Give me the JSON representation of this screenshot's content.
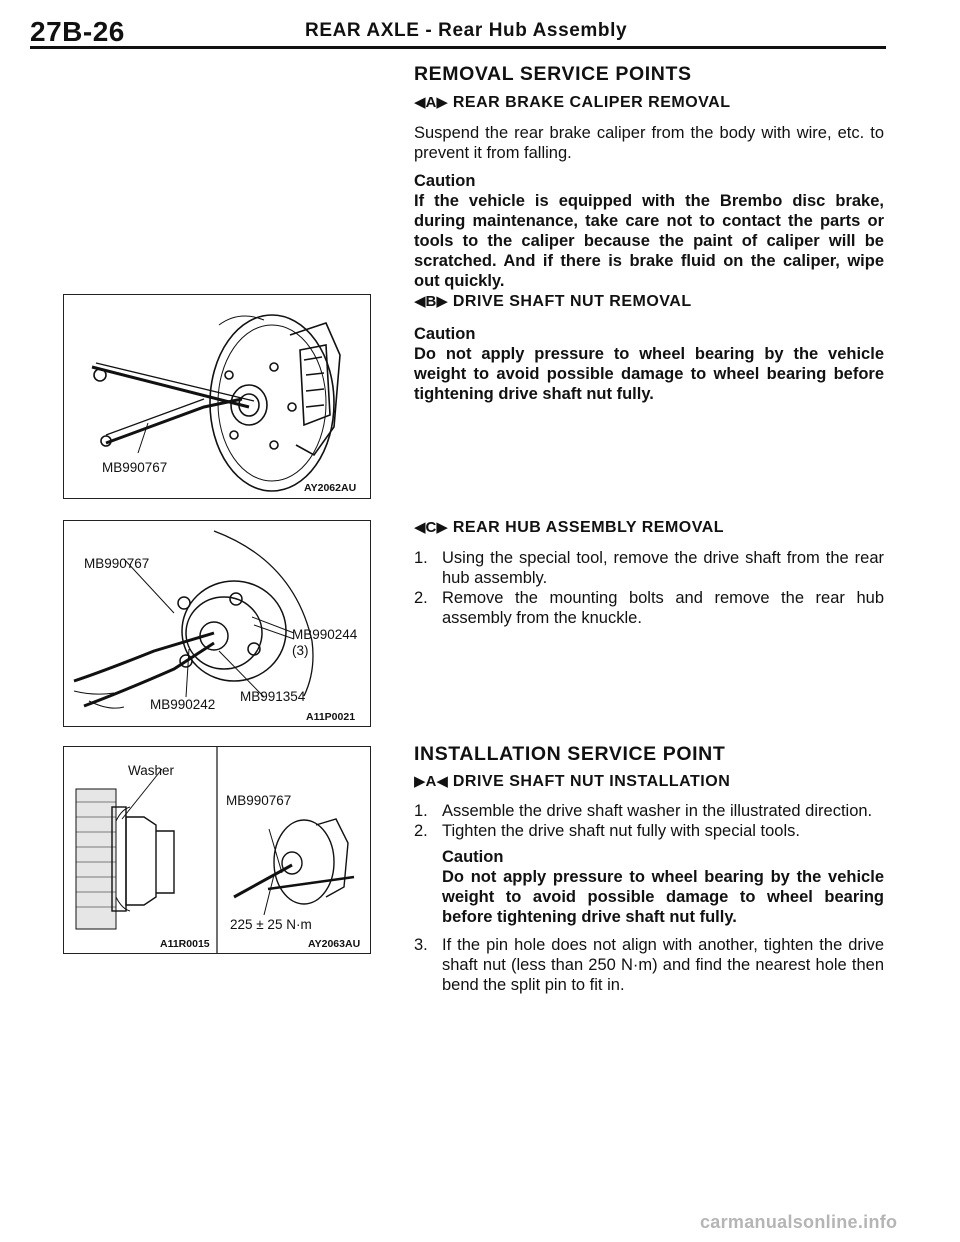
{
  "header": {
    "section_code": "27B-26",
    "title": "REAR AXLE - Rear Hub Assembly"
  },
  "removal": {
    "heading": "REMOVAL SERVICE POINTS",
    "a": {
      "marker": "◀A▶",
      "title": "REAR BRAKE CALIPER REMOVAL",
      "text": "Suspend the rear brake caliper from the body with wire, etc. to prevent it from falling.",
      "caution_label": "Caution",
      "caution_text": "If the vehicle is equipped with the Brembo disc brake, during maintenance, take care not to contact the parts or tools to the caliper because the paint of caliper will be scratched. And if there is brake fluid on the caliper, wipe out quickly."
    },
    "b": {
      "marker": "◀B▶",
      "title": "DRIVE SHAFT NUT REMOVAL",
      "caution_label": "Caution",
      "caution_text": "Do not apply pressure to wheel bearing by the vehicle weight to avoid possible damage to wheel bearing before tightening drive shaft nut fully."
    },
    "c": {
      "marker": "◀C▶",
      "title": "REAR HUB ASSEMBLY REMOVAL",
      "steps": [
        {
          "num": "1.",
          "text": "Using the special tool, remove the drive shaft from the rear hub assembly."
        },
        {
          "num": "2.",
          "text": "Remove the mounting bolts and remove the rear hub assembly from the knuckle."
        }
      ]
    }
  },
  "installation": {
    "heading": "INSTALLATION SERVICE POINT",
    "a": {
      "marker": "▶A◀",
      "title": "DRIVE SHAFT NUT INSTALLATION",
      "steps": [
        {
          "num": "1.",
          "text": "Assemble the drive shaft washer in the illustrated direction."
        },
        {
          "num": "2.",
          "text": "Tighten the drive shaft nut fully with special tools."
        },
        {
          "num": "3.",
          "text": "If the pin hole does not align with another, tighten the drive shaft nut (less than 250 N·m) and find the nearest hole then bend the split pin to fit in."
        }
      ],
      "caution_label": "Caution",
      "caution_text": "Do not apply pressure to wheel bearing by the vehicle weight to avoid possible damage to wheel bearing before tightening drive shaft nut fully."
    }
  },
  "figures": {
    "fig1": {
      "tool_label": "MB990767",
      "code": "AY2062AU"
    },
    "fig2": {
      "label_top": "MB990767",
      "label_right": "MB990244",
      "label_right_qty": "(3)",
      "label_bottom_left": "MB990242",
      "label_bottom_mid": "MB991354",
      "code": "A11P0021"
    },
    "fig3": {
      "label_washer": "Washer",
      "label_tool": "MB990767",
      "torque": "225 ± 25 N·m",
      "code_left": "A11R0015",
      "code_right": "AY2063AU"
    }
  },
  "watermark": "carmanualsonline.info"
}
